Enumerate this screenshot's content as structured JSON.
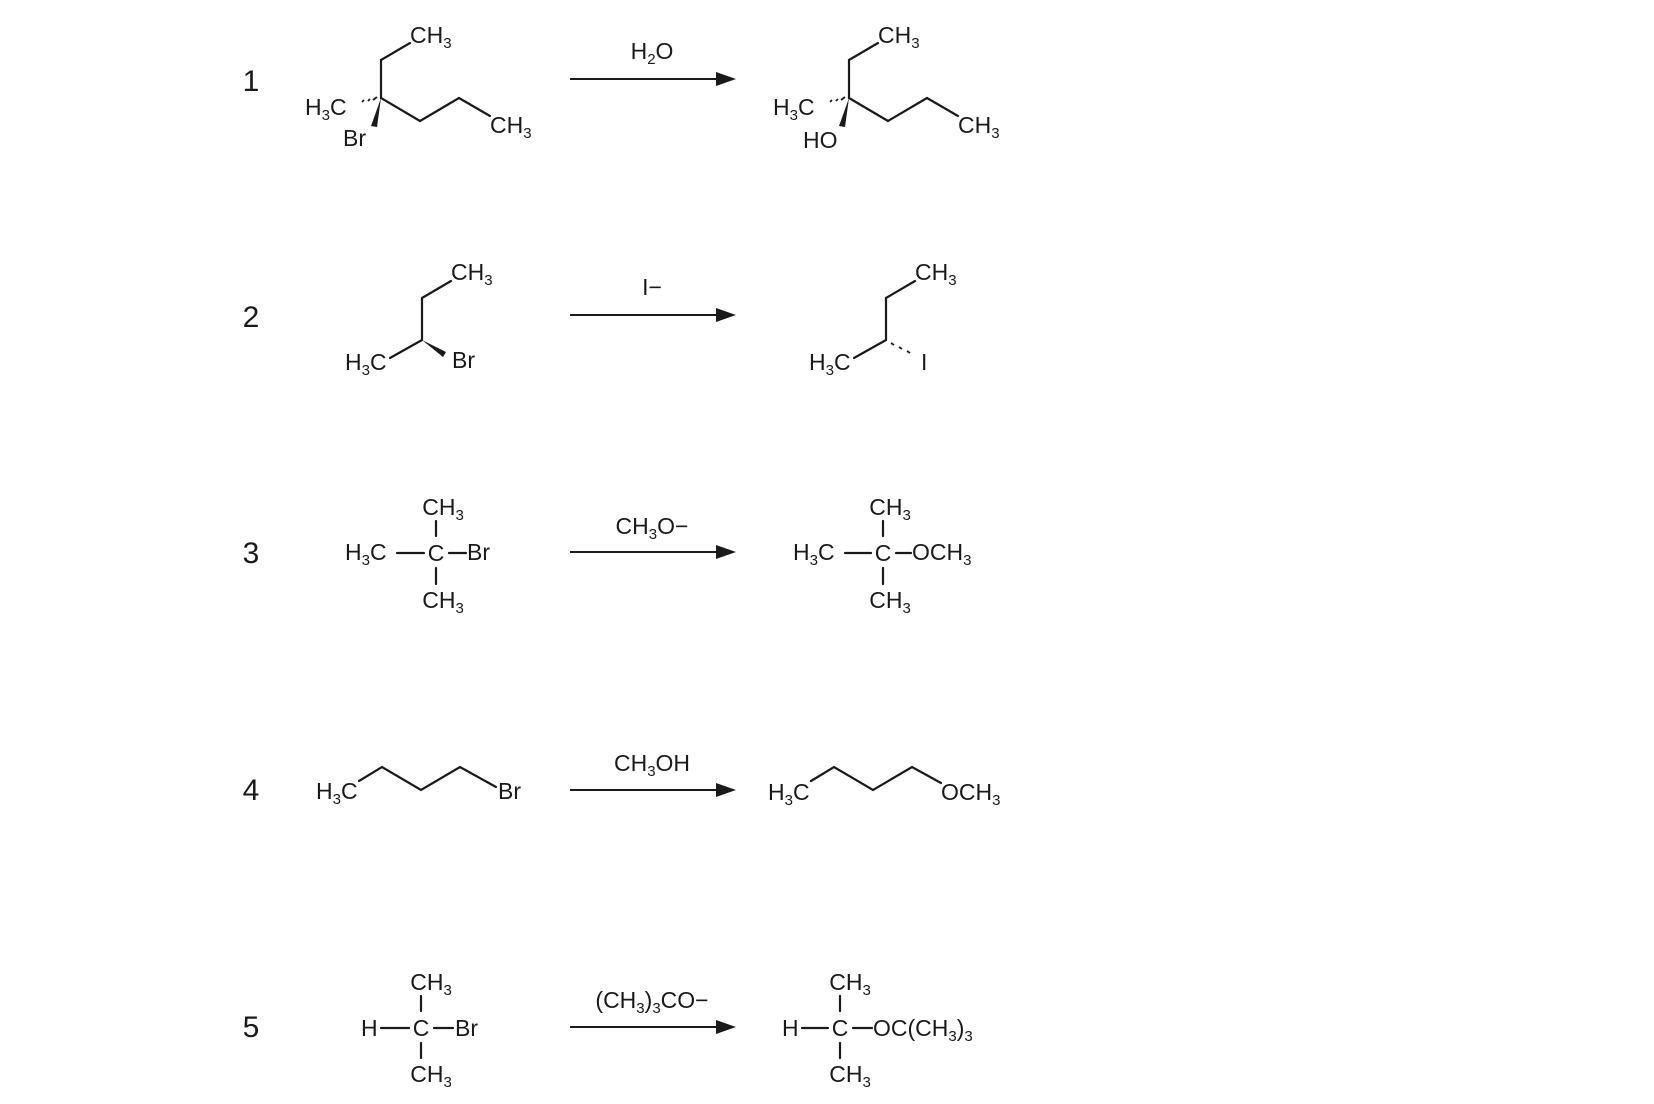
{
  "reactions": [
    {
      "number": "1",
      "reagent": "H2O",
      "reactant": {
        "top": "CH3",
        "left": "H3C",
        "bottom": "Br",
        "right": "CH3"
      },
      "product": {
        "top": "CH3",
        "left": "H3C",
        "bottom": "HO",
        "right": "CH3"
      }
    },
    {
      "number": "2",
      "reagent": "I−",
      "reactant": {
        "top": "CH3",
        "left": "H3C",
        "right": "Br"
      },
      "product": {
        "top": "CH3",
        "left": "H3C",
        "right": "I"
      }
    },
    {
      "number": "3",
      "reagent": "CH3O−",
      "reactant": {
        "top": "CH3",
        "left": "H3C",
        "center": "C",
        "right": "Br",
        "bottom": "CH3"
      },
      "product": {
        "top": "CH3",
        "left": "H3C",
        "center": "C",
        "right": "OCH3",
        "bottom": "CH3"
      }
    },
    {
      "number": "4",
      "reagent": "CH3OH",
      "reactant": {
        "left": "H3C",
        "right": "Br"
      },
      "product": {
        "left": "H3C",
        "right": "OCH3"
      }
    },
    {
      "number": "5",
      "reagent": "(CH3)3CO−",
      "reactant": {
        "top": "CH3",
        "left": "H",
        "center": "C",
        "right": "Br",
        "bottom": "CH3"
      },
      "product": {
        "top": "CH3",
        "left": "H",
        "center": "C",
        "right": "OC(CH3)3",
        "bottom": "CH3"
      }
    }
  ]
}
